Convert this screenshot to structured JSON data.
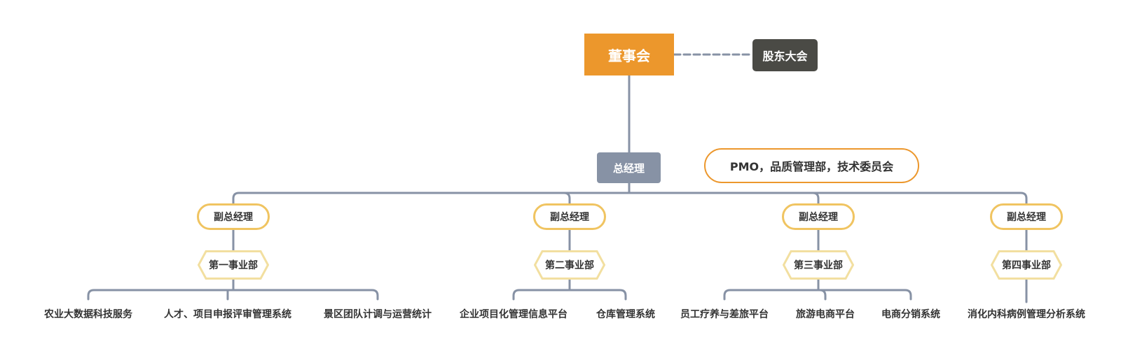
{
  "colors": {
    "board_fill": "#ec972c",
    "shareholders_fill": "#4a4a45",
    "gm_fill": "#8792a5",
    "pmo_border": "#ec972c",
    "vp_border": "#f0c461",
    "dept_border": "#f2dfa0",
    "connector": "#8792a5"
  },
  "board": {
    "label": "董事会"
  },
  "shareholders": {
    "label": "股东大会"
  },
  "general_manager": {
    "label": "总经理"
  },
  "staff_units": {
    "label": "PMO，品质管理部，技术委员会"
  },
  "branches": [
    {
      "vp_label": "副总经理",
      "dept_label": "第一事业部",
      "products": [
        "农业大数据科技服务",
        "人才、项目申报评审管理系统",
        "景区团队计调与运营统计"
      ]
    },
    {
      "vp_label": "副总经理",
      "dept_label": "第二事业部",
      "products": [
        "企业项目化管理信息平台",
        "仓库管理系统"
      ]
    },
    {
      "vp_label": "副总经理",
      "dept_label": "第三事业部",
      "products": [
        "员工疗养与差旅平台",
        "旅游电商平台",
        "电商分销系统"
      ]
    },
    {
      "vp_label": "副总经理",
      "dept_label": "第四事业部",
      "products": [
        "消化内科病例管理分析系统"
      ]
    }
  ]
}
